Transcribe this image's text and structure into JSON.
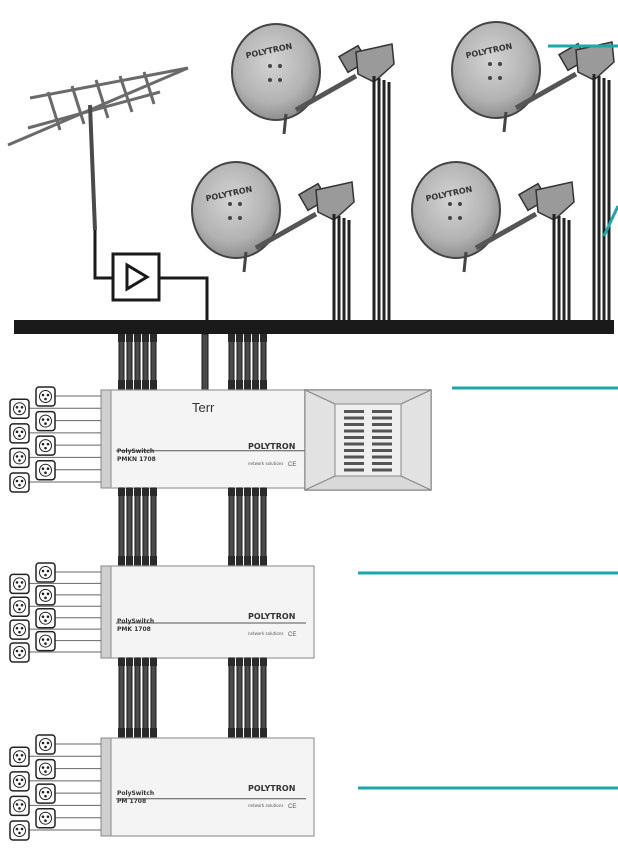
{
  "brand": "POLYTRON",
  "terr_label": "Terr",
  "ce_mark": "CE",
  "tagline": "network solutions",
  "switch_series": "PolySwitch",
  "switches": [
    {
      "model": "PMKN 1708"
    },
    {
      "model": "PMK 1708"
    },
    {
      "model": "PM 1708"
    }
  ],
  "colors": {
    "accent_line": "#1aa8a8",
    "trunk": "#1a1a1a",
    "dish": "#b8b8b8",
    "box": "#f4f4f4"
  }
}
